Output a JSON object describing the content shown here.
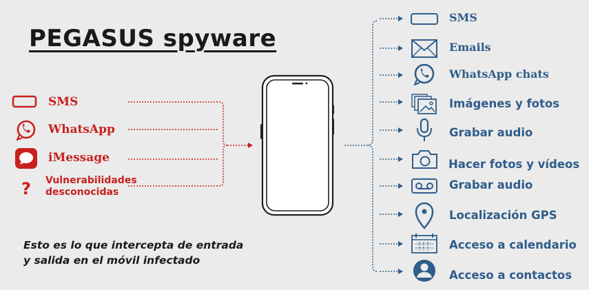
{
  "title": "PEGASUS spyware",
  "caption": {
    "line1": "Esto es lo que intercepta de entrada",
    "line2": "y salida en el móvil infectado"
  },
  "colors": {
    "source_red": "#c8201e",
    "capability_blue": "#2e5d8a",
    "background": "#ebebeb"
  },
  "sources": [
    {
      "label": "SMS",
      "icon": "sms-icon"
    },
    {
      "label": "WhatsApp",
      "icon": "whatsapp-icon"
    },
    {
      "label": "iMessage",
      "icon": "imessage-icon"
    },
    {
      "label_line1": "Vulnerabilidades",
      "label_line2": "desconocidas",
      "icon": "question-icon"
    }
  ],
  "capabilities": [
    {
      "label": "SMS",
      "icon": "sms-icon"
    },
    {
      "label": "Emails",
      "icon": "envelope-icon"
    },
    {
      "label": "WhatsApp chats",
      "icon": "whatsapp-icon"
    },
    {
      "label": "Imágenes y fotos",
      "icon": "photos-icon"
    },
    {
      "label": "Grabar audio",
      "icon": "microphone-icon"
    },
    {
      "label": "Hacer fotos y vídeos",
      "icon": "camera-icon"
    },
    {
      "label": "Grabar audio",
      "icon": "voicemail-icon"
    },
    {
      "label": "Localización GPS",
      "icon": "location-pin-icon"
    },
    {
      "label": "Acceso a calendario",
      "icon": "calendar-icon"
    },
    {
      "label": "Acceso a contactos",
      "icon": "contact-icon"
    }
  ]
}
